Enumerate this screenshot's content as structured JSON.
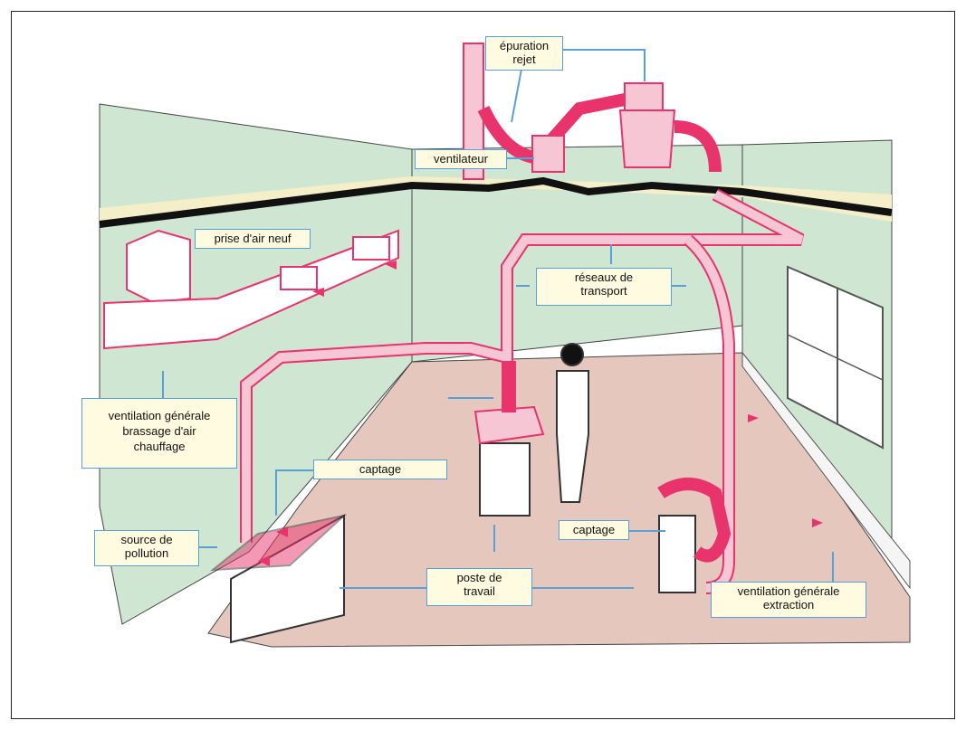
{
  "labels": {
    "epuration": "épuration\nrejet",
    "ventilateur": "ventilateur",
    "prise_air": "prise d'air neuf",
    "reseaux": "réseaux de\ntransport",
    "ventilation_generale": "ventilation générale\nbrassage d'air\nchauffage",
    "captage_center": "captage",
    "captage_right": "captage",
    "source": "source de\npollution",
    "poste": "poste de\ntravail",
    "ventilation_extraction": "ventilation générale\nextraction"
  },
  "colors": {
    "wall": "#cfe6d2",
    "floor": "#e6c7bd",
    "duct": "#f7c6d4",
    "duct_stroke": "#e8336d",
    "ceiling_band": "#f4efc8",
    "label_bg": "#fffbe0",
    "label_border": "#5aa0d8"
  }
}
